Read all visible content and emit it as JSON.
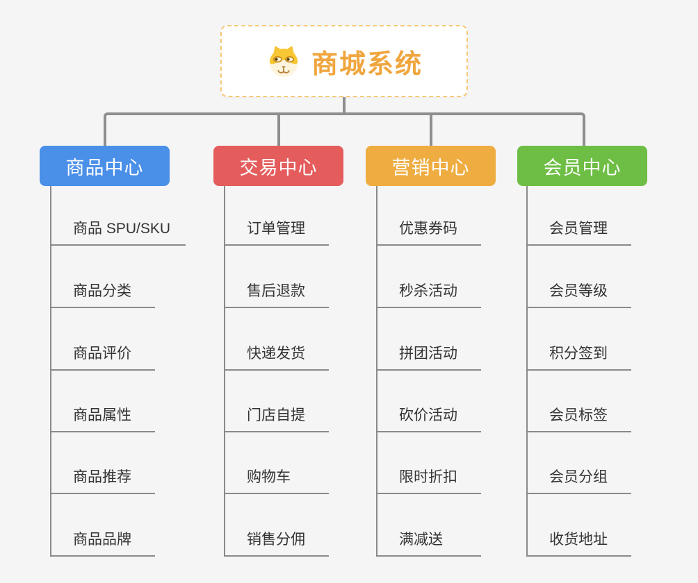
{
  "root": {
    "title": "商城系统",
    "icon": "dog-face-icon"
  },
  "branches": [
    {
      "label": "商品中心",
      "color": "#4a8fe8",
      "children": [
        "商品 SPU/SKU",
        "商品分类",
        "商品评价",
        "商品属性",
        "商品推荐",
        "商品品牌"
      ]
    },
    {
      "label": "交易中心",
      "color": "#e45c5c",
      "children": [
        "订单管理",
        "售后退款",
        "快递发货",
        "门店自提",
        "购物车",
        "销售分佣"
      ]
    },
    {
      "label": "营销中心",
      "color": "#efad41",
      "children": [
        "优惠券码",
        "秒杀活动",
        "拼团活动",
        "砍价活动",
        "限时折扣",
        "满减送"
      ]
    },
    {
      "label": "会员中心",
      "color": "#6ebe45",
      "children": [
        "会员管理",
        "会员等级",
        "积分签到",
        "会员标签",
        "会员分组",
        "收货地址"
      ]
    }
  ],
  "colors": {
    "background": "#f5f5f6",
    "connector_gray": "#8e8e8e",
    "root_text_orange": "#f0a63f",
    "root_border_orange": "#f6c877",
    "leaf_text": "#333333"
  }
}
